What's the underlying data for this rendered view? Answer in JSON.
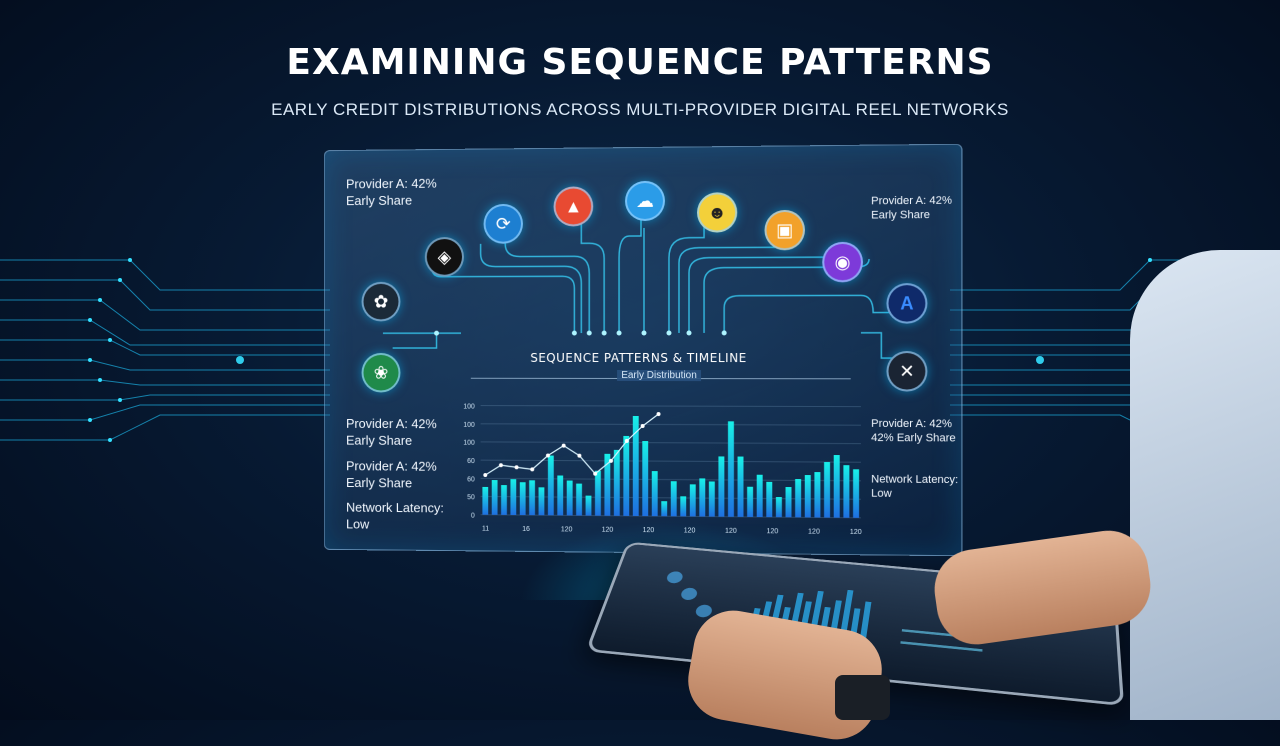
{
  "header": {
    "title": "EXAMINING SEQUENCE PATTERNS",
    "subtitle": "EARLY CREDIT DISTRIBUTIONS ACROSS MULTI-PROVIDER DIGITAL REEL NETWORKS"
  },
  "panel": {
    "stats_left": [
      {
        "label": "Provider A: 42%",
        "value": "Early Share"
      },
      {
        "label": "Provider A: 42%",
        "value": "Early Share"
      },
      {
        "label": "Provider A: 42%",
        "value": "Early Share"
      },
      {
        "label": "Network Latency:",
        "value": "Low"
      }
    ],
    "stats_right": [
      {
        "label": "Provider A: 42%",
        "value": "Early Share"
      },
      {
        "label": "Provider A: 42%",
        "value": "42% Early Share"
      },
      {
        "label": "Network Latency:",
        "value": "Low"
      }
    ],
    "icons": [
      "refresh-icon",
      "cube-icon",
      "triangle-icon",
      "cloud-icon",
      "emoji-icon",
      "gift-icon",
      "camera-icon",
      "a-logo-icon",
      "x-icon",
      "swirl-icon",
      "pinwheel-icon"
    ],
    "colors": {
      "accent": "#00d4ff",
      "bar_low": "#1e6fe0",
      "bar_high": "#18f0e8"
    }
  },
  "chart_data": {
    "type": "bar",
    "title": "SEQUENCE PATTERNS & TIMELINE",
    "subtitle": "Early Distribution",
    "xlabel": "",
    "ylabel": "",
    "ylim": [
      0,
      110
    ],
    "y_tick_labels": [
      "0",
      "50",
      "60",
      "60",
      "100",
      "100",
      "100"
    ],
    "x_tick_labels": [
      "11",
      "16",
      "120",
      "120",
      "120",
      "120",
      "120",
      "120",
      "120",
      "120"
    ],
    "values": [
      28,
      35,
      30,
      36,
      33,
      35,
      28,
      60,
      40,
      35,
      32,
      20,
      45,
      62,
      66,
      80,
      100,
      75,
      45,
      15,
      35,
      20,
      32,
      38,
      35,
      60,
      95,
      60,
      30,
      42,
      35,
      20,
      30,
      38,
      42,
      45,
      55,
      62,
      52,
      48
    ],
    "line_values": [
      40,
      50,
      48,
      46,
      60,
      70,
      60,
      42,
      55,
      75,
      90,
      102
    ],
    "grid": true
  }
}
